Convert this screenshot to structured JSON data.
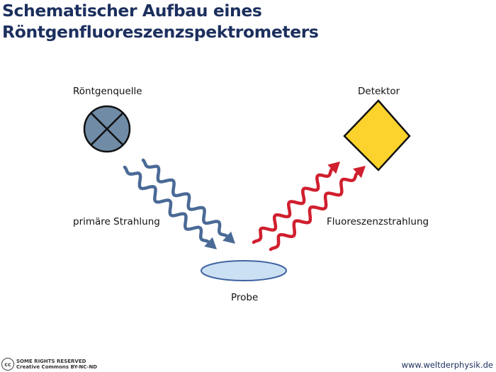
{
  "title": {
    "line1": "Schematischer Aufbau eines",
    "line2": "Röntgenfluoreszenzspektrometers"
  },
  "labels": {
    "source": "Röntgenquelle",
    "detector": "Detektor",
    "primary_radiation": "primäre Strahlung",
    "fluorescence_radiation": "Fluoreszenzstrahlung",
    "sample": "Probe"
  },
  "footer": {
    "cc_symbol": "cc",
    "license_line1": "SOME RIGHTS RESERVED",
    "license_line2": "Creative Commons BY-NC-ND",
    "website": "www.weltderphysik.de"
  },
  "colors": {
    "title": "#1c2f5e",
    "source_fill": "#6f8ba6",
    "primary_wave": "#4a6a96",
    "fluorescence_wave": "#d01f2e",
    "detector_fill": "#fcd22d",
    "sample_fill": "#cce0f4",
    "sample_stroke": "#3f64a0"
  },
  "icons": {
    "source": "x-ray-source-icon",
    "detector": "detector-icon",
    "sample": "sample-icon"
  }
}
